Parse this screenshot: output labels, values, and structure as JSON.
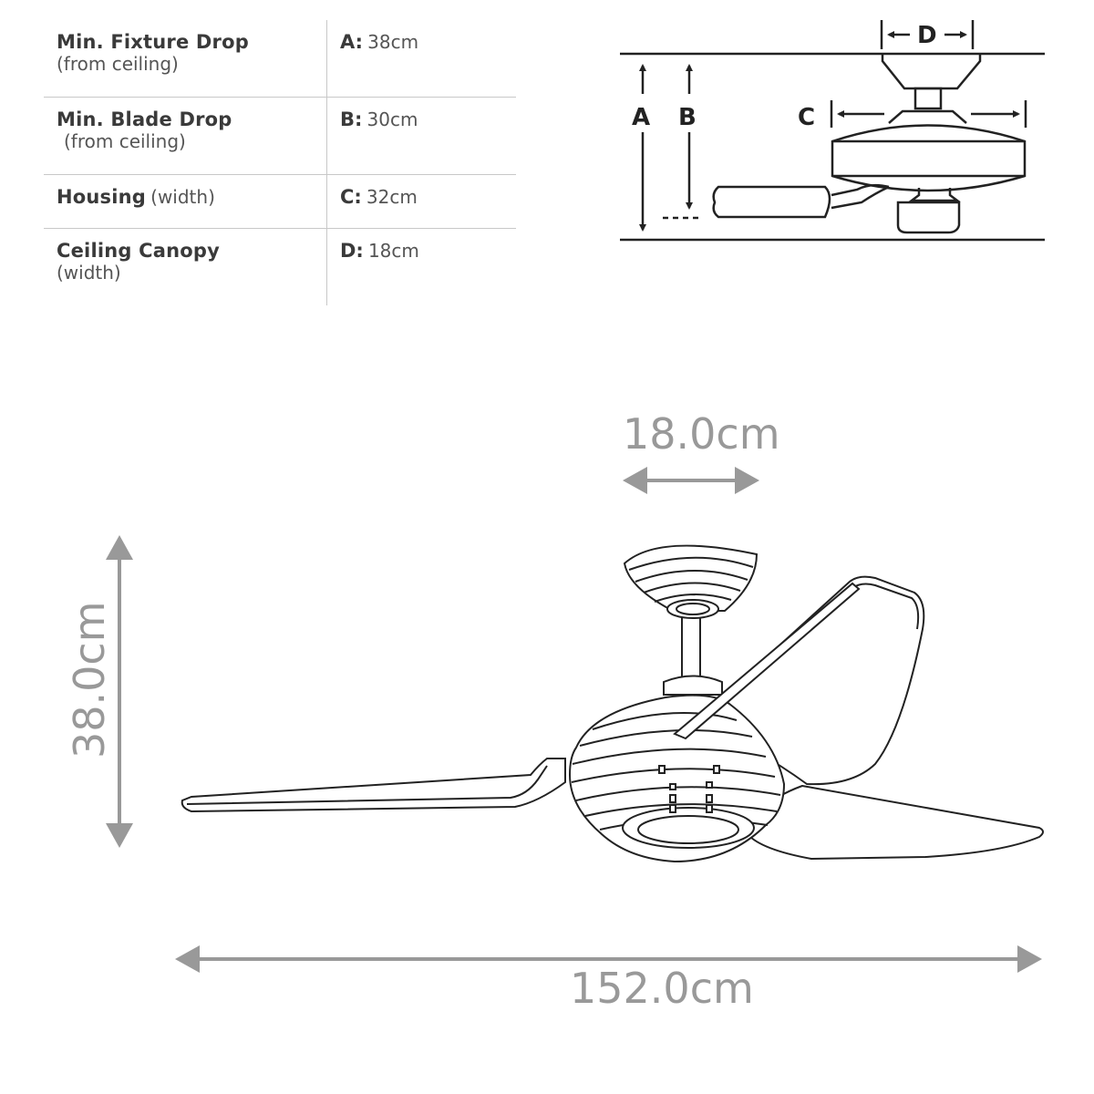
{
  "spec_table": {
    "rows": [
      {
        "label": "Min. Fixture Drop",
        "sublabel": "(from ceiling)",
        "key": "A:",
        "value": "38cm"
      },
      {
        "label": "Min. Blade Drop",
        "sublabel": "(from ceiling)",
        "key": "B:",
        "value": "30cm"
      },
      {
        "label": "Housing",
        "sublabel": "(width)",
        "key": "C:",
        "value": "32cm"
      },
      {
        "label": "Ceiling Canopy",
        "sublabel": "(width)",
        "key": "D:",
        "value": "18cm"
      }
    ]
  },
  "schematic": {
    "labels": {
      "a": "A",
      "b": "B",
      "c": "C",
      "d": "D"
    }
  },
  "dimensions": {
    "canopy_width": "18.0cm",
    "height": "38.0cm",
    "span": "152.0cm"
  },
  "colors": {
    "dimension_gray": "#999999",
    "line_black": "#222222",
    "divider": "#c8c8c8"
  }
}
